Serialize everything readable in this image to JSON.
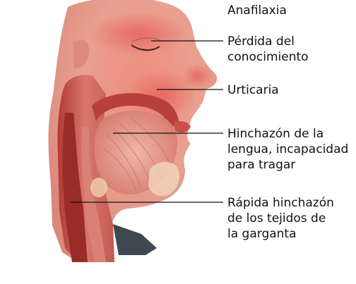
{
  "title": "Anafilaxia",
  "labels": [
    {
      "lines": [
        "Pérdida del",
        "conocimiento"
      ]
    },
    {
      "lines": [
        "Urticaria"
      ]
    },
    {
      "lines": [
        "Hinchazón de la",
        "lengua, incapacidad",
        "para tragar"
      ]
    },
    {
      "lines": [
        "Rápida hinchazón",
        "de los tejidos de",
        "la garganta"
      ]
    }
  ],
  "colors": {
    "skin": "#e99a8e",
    "flush": "#e5695e",
    "tissue": "#c9463f",
    "airway": "#d88a7a",
    "leader": "#111111",
    "shirt": "#3d4850"
  },
  "icons": [
    "face-profile-illustration"
  ]
}
